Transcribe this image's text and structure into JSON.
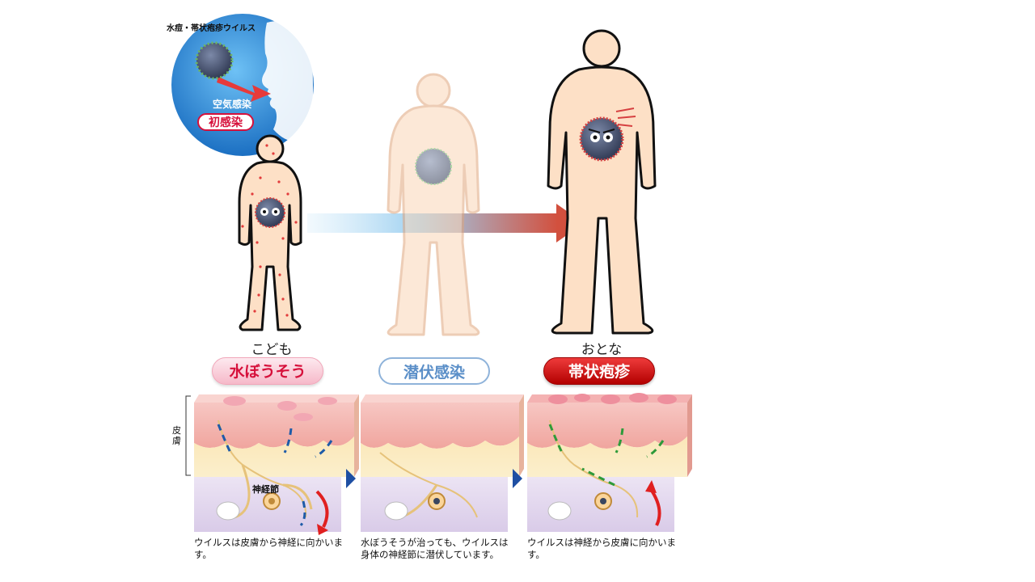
{
  "virus_label": "水痘・帯状疱疹ウイルス",
  "circle": {
    "transmission": "空気感染",
    "badge": "初感染"
  },
  "stages": [
    {
      "person_label": "こども",
      "pill": "水ぼうそう",
      "caption": "ウイルスは皮膚から神経に向かいます。"
    },
    {
      "person_label": "",
      "pill": "潜伏感染",
      "caption": "水ぼうそうが治っても、ウイルスは身体の神経節に潜伏しています。"
    },
    {
      "person_label": "おとな",
      "pill": "帯状疱疹",
      "caption": "ウイルスは神経から皮膚に向かいます。"
    }
  ],
  "skin_label": "皮膚",
  "ganglion_label": "神経節",
  "colors": {
    "pink_text": "#d6103b",
    "blue_outline": "#8fb3da",
    "red_pill": "#c80000",
    "skin": "#fde0c6",
    "virus": "#3a4660"
  }
}
